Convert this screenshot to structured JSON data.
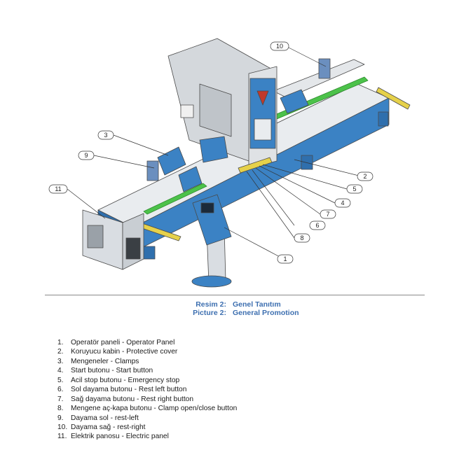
{
  "figure": {
    "callouts": [
      "1",
      "2",
      "3",
      "4",
      "5",
      "6",
      "7",
      "8",
      "9",
      "10",
      "11"
    ]
  },
  "caption": {
    "line1_label": "Resim 2:",
    "line1_text": "Genel Tanıtım",
    "line2_label": "Picture 2:",
    "line2_text": "General Promotion"
  },
  "legend": [
    {
      "num": "1.",
      "text": "Operatör paneli - Operator Panel"
    },
    {
      "num": "2.",
      "text": "Koruyucu kabin - Protective cover"
    },
    {
      "num": "3.",
      "text": "Mengeneler - Clamps"
    },
    {
      "num": "4.",
      "text": "Start butonu - Start button"
    },
    {
      "num": "5.",
      "text": "Acil stop butonu - Emergency stop"
    },
    {
      "num": "6.",
      "text": "Sol dayama butonu - Rest left button"
    },
    {
      "num": "7.",
      "text": "Sağ dayama butonu - Rest right button"
    },
    {
      "num": "8.",
      "text": "Mengene aç-kapa butonu - Clamp open/close button"
    },
    {
      "num": "9.",
      "text": "Dayama sol - rest-left"
    },
    {
      "num": "10.",
      "text": "Dayama sağ - rest-right"
    },
    {
      "num": "11.",
      "text": "Elektrik panosu - Electric panel"
    }
  ],
  "colors": {
    "blue": "#3b82c4",
    "green": "#4cc24a",
    "yellow": "#e6d14a",
    "grey": "#d9dde2",
    "caption": "#3d6fb0"
  }
}
